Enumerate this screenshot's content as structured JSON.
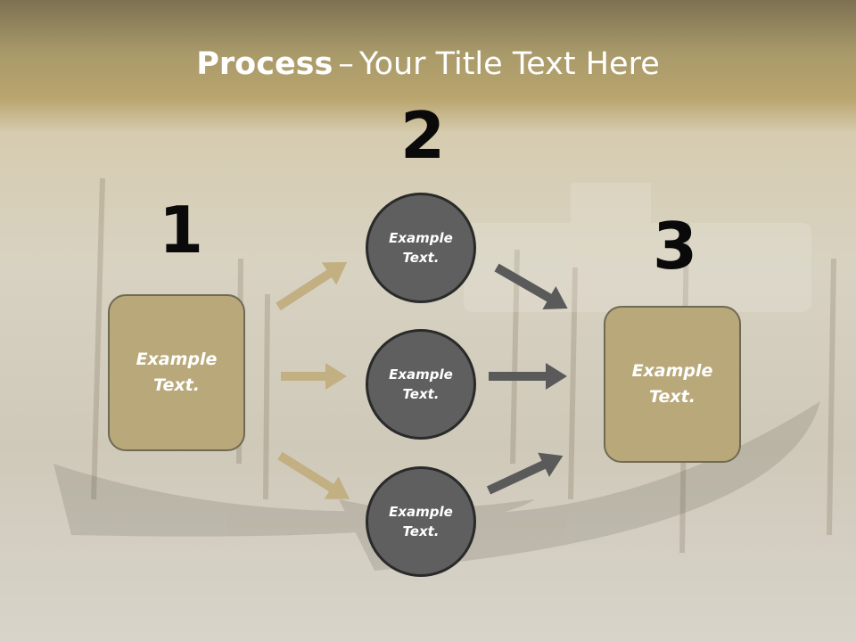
{
  "slide": {
    "title_bold": "Process",
    "title_dash": "–",
    "title_rest": "Your Title Text Here"
  },
  "steps": [
    {
      "number": "1",
      "line1": "Example",
      "line2": "Text."
    },
    {
      "number": "2",
      "line1": "Example",
      "line2": "Text."
    },
    {
      "number": "3",
      "line1": "Example",
      "line2": "Text."
    }
  ],
  "middle_circles": [
    {
      "line1": "Example",
      "line2": "Text."
    },
    {
      "line1": "Example",
      "line2": "Text."
    },
    {
      "line1": "Example",
      "line2": "Text."
    }
  ],
  "colors": {
    "box_fill": "#b9a97a",
    "box_border": "#6f6a55",
    "circle_fill": "#5f5f5f",
    "gold_arrow": "#c2b083",
    "gray_arrow": "#5a5a5a"
  }
}
